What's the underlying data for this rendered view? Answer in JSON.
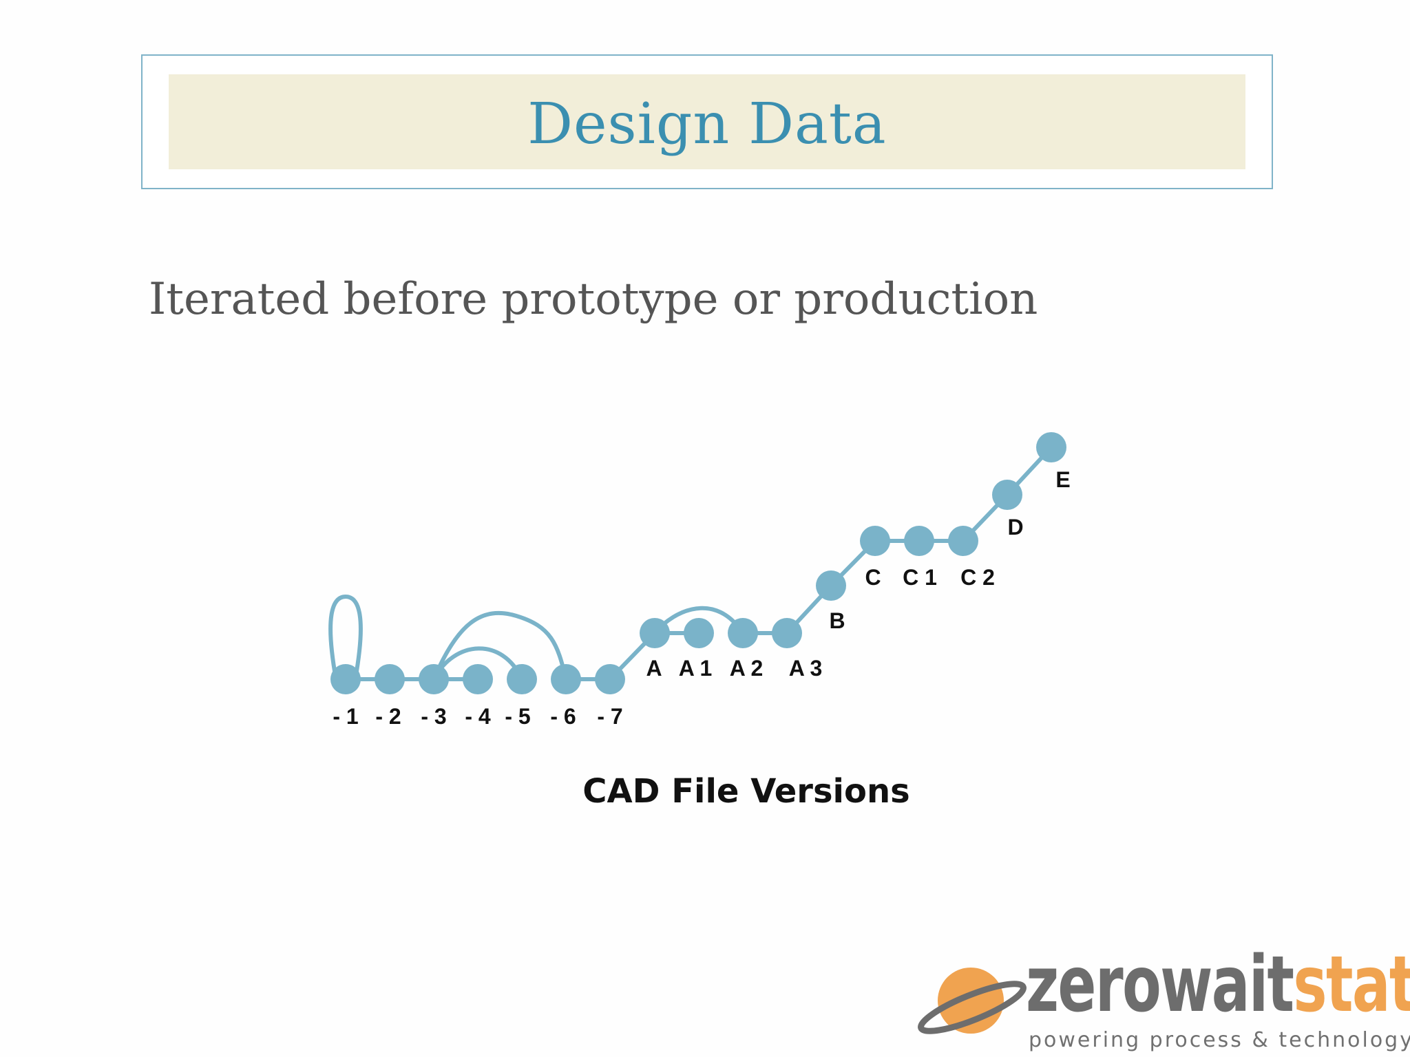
{
  "slide": {
    "title": "Design Data",
    "subtitle": "Iterated before prototype or production"
  },
  "diagram": {
    "caption": "CAD File Versions",
    "nodes": [
      {
        "id": "-1",
        "label": "- 1"
      },
      {
        "id": "-2",
        "label": "- 2"
      },
      {
        "id": "-3",
        "label": "- 3"
      },
      {
        "id": "-4",
        "label": "- 4"
      },
      {
        "id": "-5",
        "label": "- 5"
      },
      {
        "id": "-6",
        "label": "- 6"
      },
      {
        "id": "-7",
        "label": "- 7"
      },
      {
        "id": "A",
        "label": "A"
      },
      {
        "id": "A1",
        "label": "A 1"
      },
      {
        "id": "A2",
        "label": "A 2"
      },
      {
        "id": "A3",
        "label": "A 3"
      },
      {
        "id": "B",
        "label": "B"
      },
      {
        "id": "C",
        "label": "C"
      },
      {
        "id": "C1",
        "label": "C 1"
      },
      {
        "id": "C2",
        "label": "C 2"
      },
      {
        "id": "D",
        "label": "D"
      },
      {
        "id": "E",
        "label": "E"
      }
    ],
    "edges": [
      [
        "-1",
        "-2"
      ],
      [
        "-2",
        "-3"
      ],
      [
        "-3",
        "-4"
      ],
      [
        "-3",
        "-5"
      ],
      [
        "-3",
        "-6"
      ],
      [
        "-6",
        "-7"
      ],
      [
        "-7",
        "A"
      ],
      [
        "A",
        "A1"
      ],
      [
        "A",
        "A2"
      ],
      [
        "A2",
        "A3"
      ],
      [
        "A3",
        "B"
      ],
      [
        "B",
        "C"
      ],
      [
        "C",
        "C1"
      ],
      [
        "C1",
        "C2"
      ],
      [
        "C2",
        "D"
      ],
      [
        "D",
        "E"
      ],
      [
        "-1",
        "-1"
      ]
    ],
    "colors": {
      "node": "#7ab3c9",
      "edge": "#7ab3c9",
      "label": "#111111"
    }
  },
  "logo": {
    "word_part1": "zerowait",
    "word_part2": "state",
    "tagline": "powering process & technology",
    "colors": {
      "orange": "#f0a350",
      "gray": "#6d6d6d"
    }
  }
}
